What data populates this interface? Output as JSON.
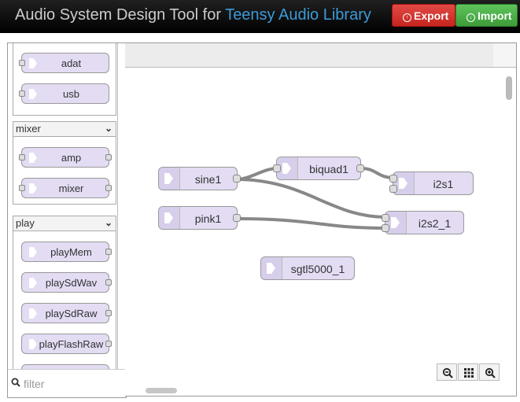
{
  "header": {
    "title_prefix": "Audio System Design Tool for ",
    "title_highlight": "Teensy Audio Library",
    "export_label": "Export",
    "import_label": "Import"
  },
  "palette": {
    "nodes_top": [
      "adat",
      "usb"
    ],
    "categories": [
      {
        "name": "mixer",
        "nodes": [
          "amp",
          "mixer"
        ]
      },
      {
        "name": "play",
        "nodes": [
          "playMem",
          "playSdWav",
          "playSdRaw",
          "playFlashRaw"
        ]
      }
    ],
    "filter_placeholder": "filter"
  },
  "canvas": {
    "nodes": [
      "sine1",
      "biquad1",
      "i2s1",
      "pink1",
      "i2s2_1",
      "sgtl5000_1"
    ]
  },
  "colors": {
    "node_fill": "#e3dcf3",
    "export": "#d9383a",
    "import": "#4cae4c",
    "title_highlight": "#3c9bd8"
  },
  "icons": {
    "zoom_out": "zoom-out-icon",
    "zoom_reset": "grid-icon",
    "zoom_in": "zoom-in-icon",
    "search": "search-icon"
  }
}
